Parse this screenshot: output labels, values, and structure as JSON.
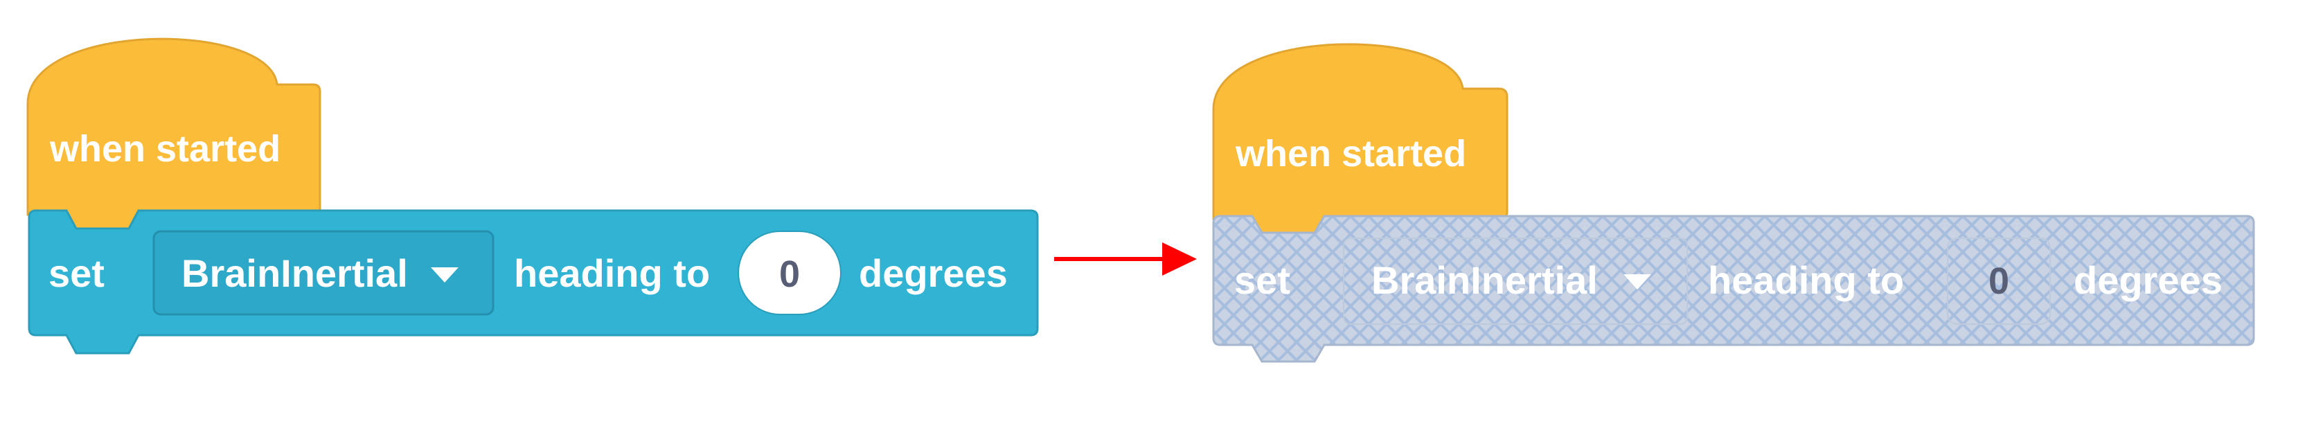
{
  "colors": {
    "hat_fill": "#fbbc3a",
    "hat_stroke": "#e2a52f",
    "command_fill": "#31b3d4",
    "command_stroke": "#2a9dbb",
    "disabled_fill": "#c7d2e2",
    "disabled_hatch": "#a9bfdd",
    "disabled_stroke": "#a6b6ce",
    "arrow": "#ff0000",
    "number_text": "#575e75"
  },
  "enabled_block": {
    "hat_label": "when started",
    "set_label": "set",
    "sensor_dropdown": "BrainInertial",
    "dropdown_icon": "caret-down-icon",
    "heading_label": "heading to",
    "value": "0",
    "unit_label": "degrees"
  },
  "arrow": {
    "icon": "arrow-right-icon"
  },
  "disabled_block": {
    "hat_label": "when started",
    "set_label": "set",
    "sensor_dropdown": "BrainInertial",
    "dropdown_icon": "caret-down-icon",
    "heading_label": "heading to",
    "value": "0",
    "unit_label": "degrees"
  }
}
